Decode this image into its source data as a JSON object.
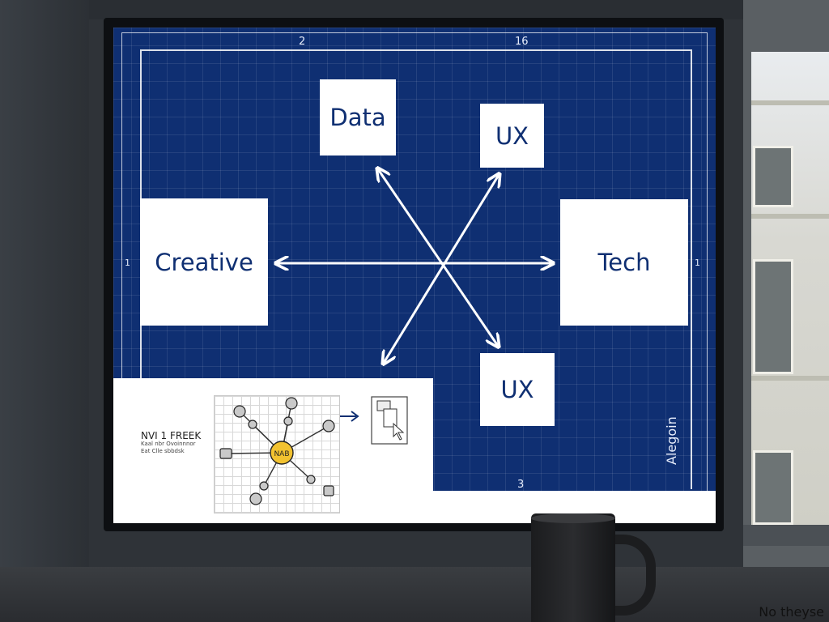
{
  "diagram": {
    "boxes": [
      {
        "label": "Data"
      },
      {
        "label": "UX"
      },
      {
        "label": "Creative"
      },
      {
        "label": "Tech"
      },
      {
        "label": "UX"
      }
    ],
    "dimension_labels": {
      "top_left": "2",
      "top_right": "16",
      "bottom": "3",
      "side_left": "1",
      "side_right": "1"
    },
    "vertical_text": "Alegoin"
  },
  "inset": {
    "heading": "NVI 1 FREEK",
    "sub_line_1": "Kaal nbr Ovoinnnor",
    "sub_line_2": "Eat Clle sbbdsk",
    "hub_label": "NAB"
  },
  "caption": "No theyse",
  "colors": {
    "board_blue": "#0f2f72",
    "box_white": "#ffffff",
    "hub_yellow": "#f2c230"
  }
}
